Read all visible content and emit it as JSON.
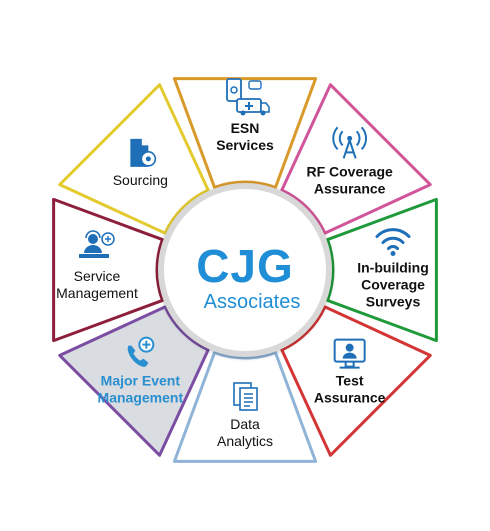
{
  "logo": {
    "main": "CJG",
    "sub": "Associates"
  },
  "segments": [
    {
      "id": "esn-services",
      "lines": [
        "ESN",
        "Services"
      ],
      "color": "#d99a2b",
      "bold": true,
      "icon": "ambulance-phone-icon"
    },
    {
      "id": "rf-coverage-assurance",
      "lines": [
        "RF Coverage",
        "Assurance"
      ],
      "color": "#d1559a",
      "bold": true,
      "icon": "antenna-icon"
    },
    {
      "id": "in-building-coverage-surveys",
      "lines": [
        "In-building",
        "Coverage",
        "Surveys"
      ],
      "color": "#1f9a3a",
      "bold": true,
      "icon": "wifi-icon"
    },
    {
      "id": "test-assurance",
      "lines": [
        "Test",
        "Assurance"
      ],
      "color": "#d33535",
      "bold": true,
      "icon": "monitor-user-icon"
    },
    {
      "id": "data-analytics",
      "lines": [
        "Data",
        "Analytics"
      ],
      "color": "#8fb4d8",
      "bold": false,
      "icon": "documents-icon"
    },
    {
      "id": "major-event-management",
      "lines": [
        "Major Event",
        "Management"
      ],
      "color": "#7b4ea3",
      "bold": true,
      "highlight": true,
      "fill": "#d9dce0",
      "icon": "phone-plus-icon"
    },
    {
      "id": "service-management",
      "lines": [
        "Service",
        "Management"
      ],
      "color": "#8e1f3a",
      "bold": false,
      "icon": "support-agent-icon"
    },
    {
      "id": "sourcing",
      "lines": [
        "Sourcing"
      ],
      "color": "#e3cb2f",
      "bold": false,
      "icon": "document-gear-icon"
    }
  ]
}
